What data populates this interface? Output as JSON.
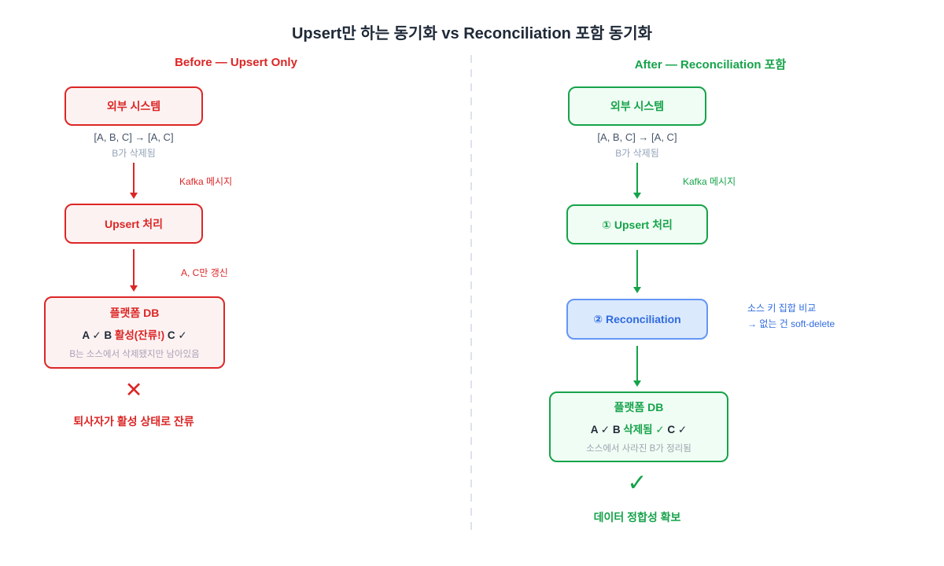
{
  "title": "Upsert만 하는 동기화 vs Reconciliation 포함 동기화",
  "colors": {
    "red": "#dc2626",
    "red-bg": "#fdf2f2",
    "green": "#16a34a",
    "green-bg": "#f0fdf4",
    "blue": "#2f6bdf",
    "blue-border": "#6496f5",
    "blue-bg": "#dbe9fd",
    "ink": "#1f2937",
    "slate": "#475569",
    "muted": "#94a3b8",
    "muted-pink": "#a9a2b6",
    "muted-gray": "#9ca3af",
    "divider": "#dce3ee"
  },
  "before": {
    "header": "Before — Upsert Only",
    "source_box": "외부 시스템",
    "source_caption_1": "[A, B, C] → [A, C]",
    "source_caption_2": "B가 삭제됨",
    "arrow1_label": "Kafka 메시지",
    "process_box": "Upsert 처리",
    "arrow2_label": "A, C만 갱신",
    "db_box": {
      "title": "플랫폼 DB",
      "row_prefix": "A ✓ B ",
      "row_highlight": "활성(잔류!)",
      "row_suffix": " C ✓",
      "note": "B는 소스에서 삭제됐지만 남아있음"
    },
    "result_icon": "✕",
    "verdict": "퇴사자가 활성 상태로 잔류"
  },
  "after": {
    "header": "After — Reconciliation 포함",
    "source_box": "외부 시스템",
    "source_caption_1": "[A, B, C] → [A, C]",
    "source_caption_2": "B가 삭제됨",
    "arrow1_label": "Kafka 메시지",
    "process_box": "① Upsert 처리",
    "recon_box": "② Reconciliation",
    "recon_note_line1": "소스 키 집합 비교",
    "recon_note_line2": "→ 없는 건 soft-delete",
    "db_box": {
      "title": "플랫폼 DB",
      "row_prefix": "A ✓ B ",
      "row_highlight": "삭제됨 ✓",
      "row_suffix": " C ✓",
      "note": "소스에서 사라진 B가 정리됨"
    },
    "result_icon": "✓",
    "verdict": "데이터 정합성 확보"
  }
}
